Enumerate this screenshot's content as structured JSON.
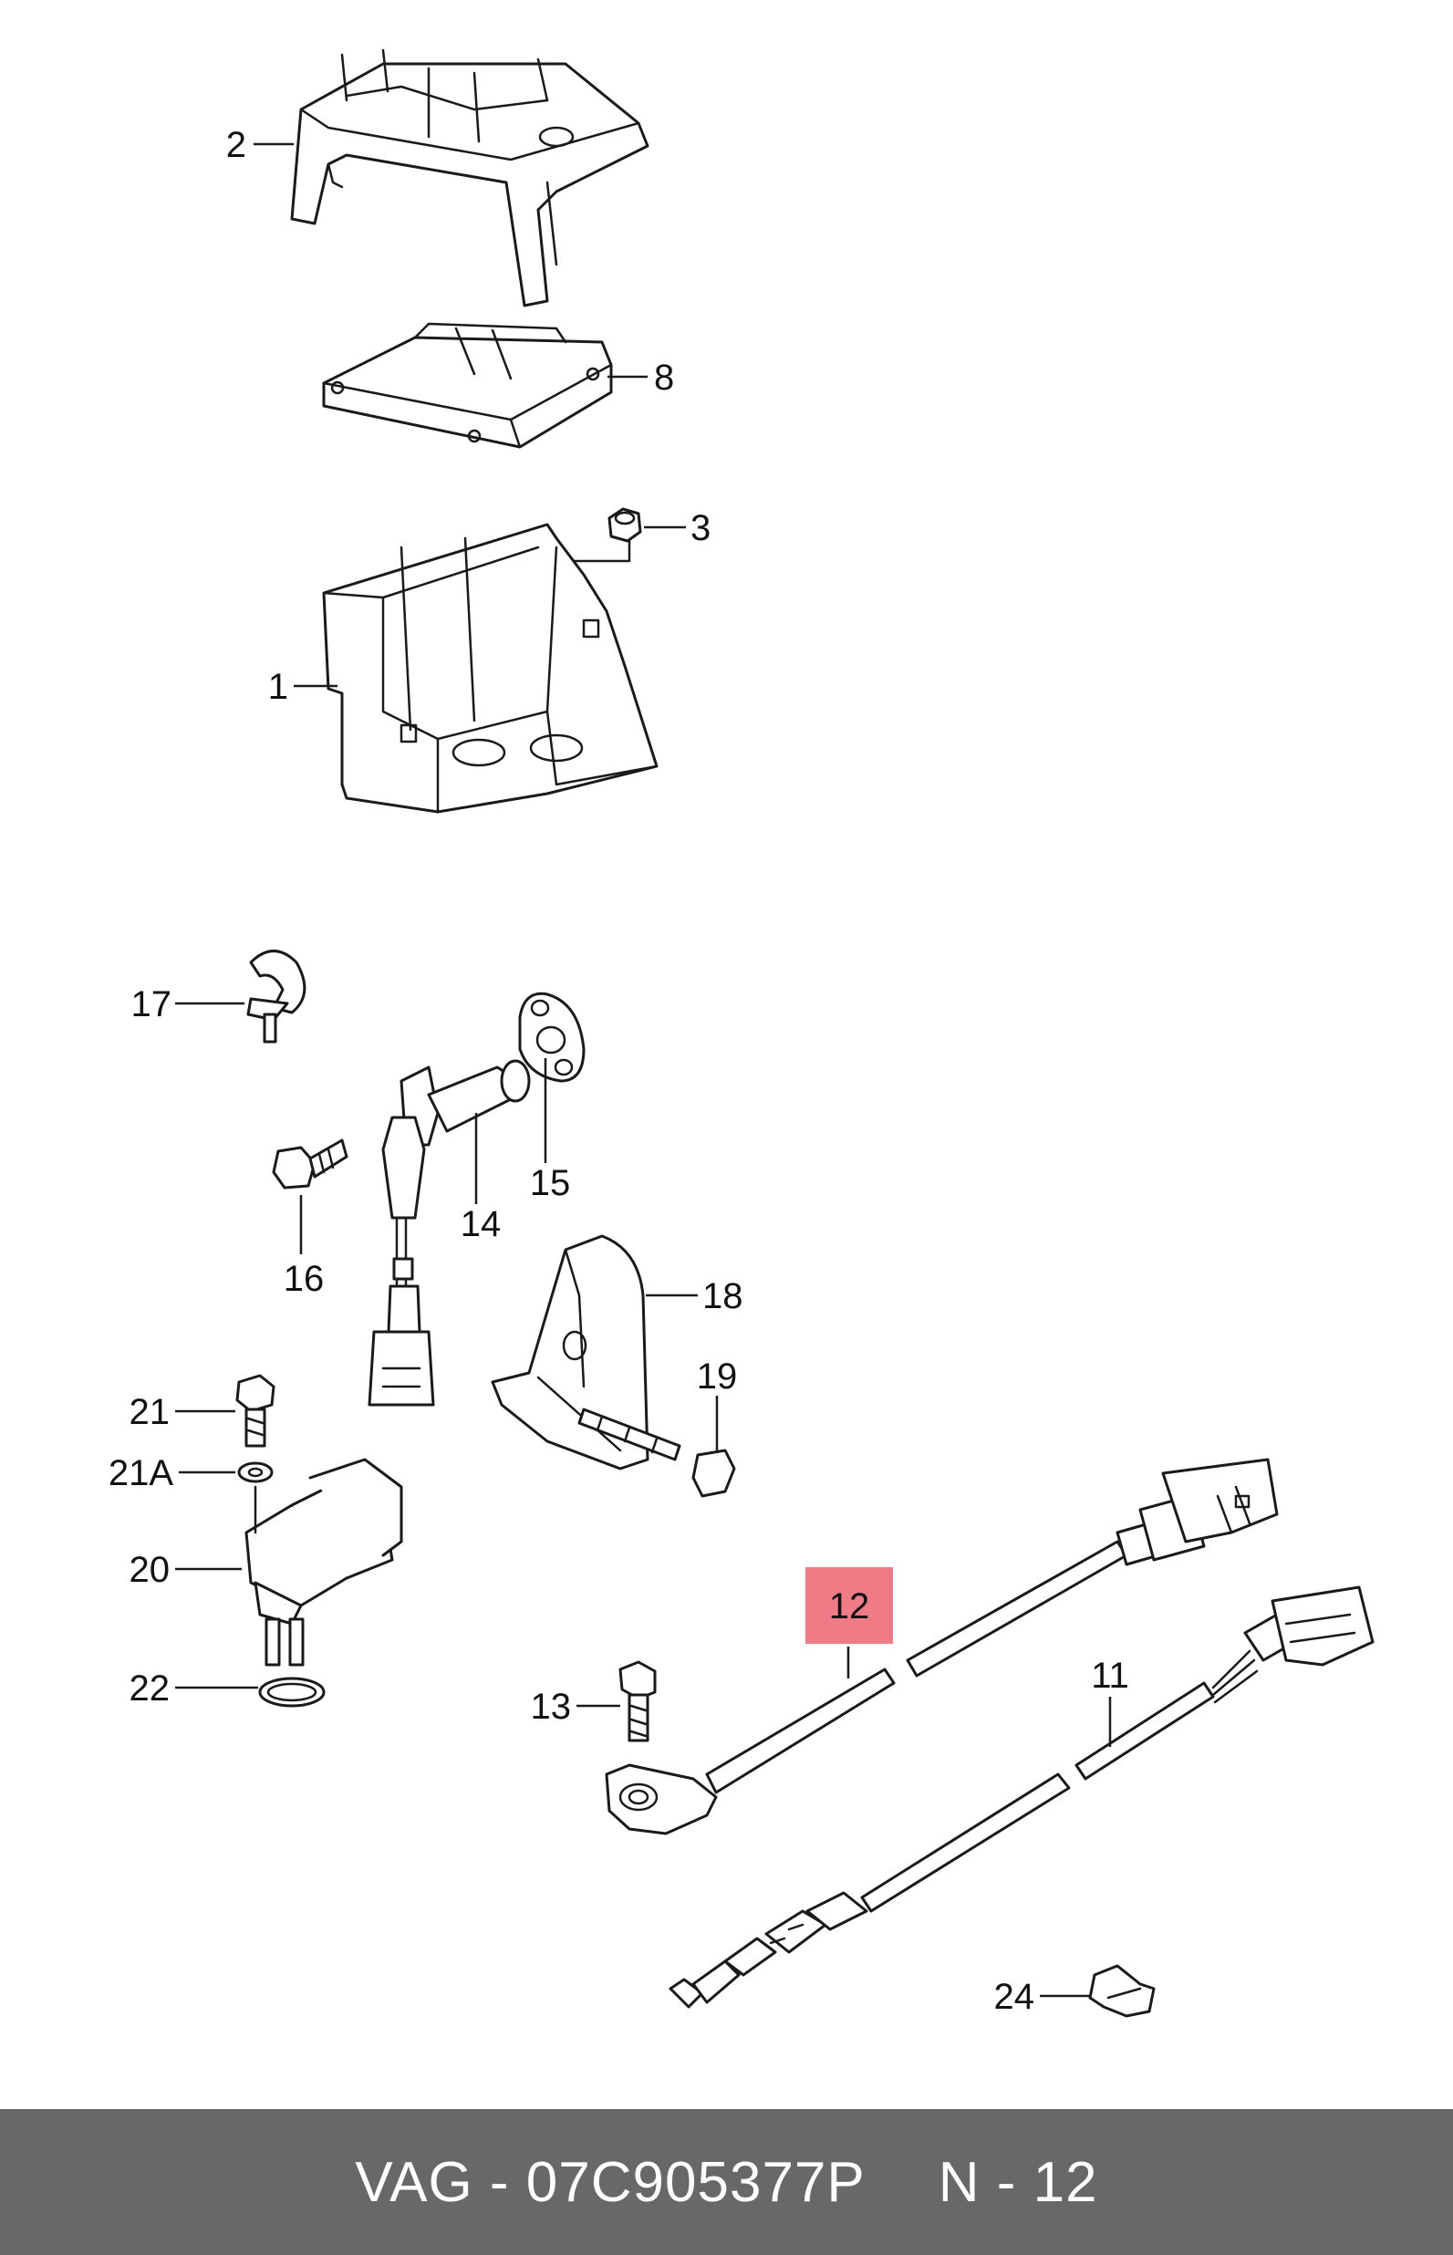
{
  "labels": {
    "p1": "1",
    "p2": "2",
    "p3": "3",
    "p8": "8",
    "p11": "11",
    "p12": "12",
    "p13": "13",
    "p14": "14",
    "p15": "15",
    "p16": "16",
    "p17": "17",
    "p18": "18",
    "p19": "19",
    "p20": "20",
    "p21": "21",
    "p21a": "21A",
    "p22": "22",
    "p24": "24"
  },
  "highlight": {
    "label": "12",
    "color": "#ef7b86"
  },
  "footer": {
    "part_code": "VAG - 07C905377P",
    "position_ref": "N - 12",
    "background": "#686868",
    "text_color": "#ffffff"
  }
}
